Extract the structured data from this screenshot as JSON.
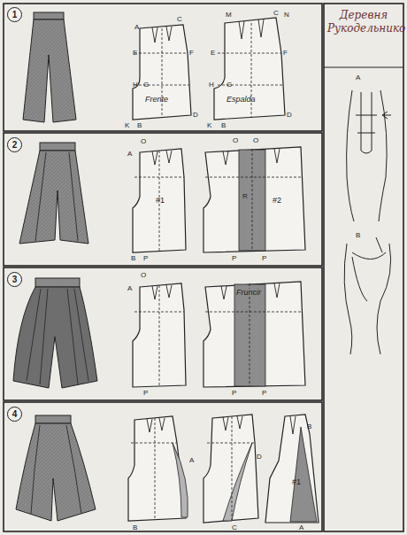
{
  "diagram": {
    "nodes": [
      {
        "text": [
          "1"
        ]
      },
      {
        "text": [
          "2"
        ]
      },
      {
        "text": [
          "3"
        ]
      },
      {
        "text": [
          "4"
        ]
      }
    ],
    "labels": [
      "Деревня Рукодельнико",
      "A",
      "C",
      "E",
      "F",
      "H",
      "G",
      "Frente",
      "K",
      "B",
      "D",
      "M",
      "C",
      "N",
      "E",
      "F",
      "H",
      "G",
      "Espalda",
      "K",
      "B",
      "D",
      "A",
      "B",
      "O",
      "A",
      "#1",
      "B",
      "P",
      "O",
      "O",
      "R",
      "#2",
      "P",
      "P",
      "O",
      "A",
      "P",
      "Fruncir",
      "P",
      "P",
      "A",
      "B",
      "D",
      "C",
      "B",
      "#1",
      "A"
    ]
  }
}
